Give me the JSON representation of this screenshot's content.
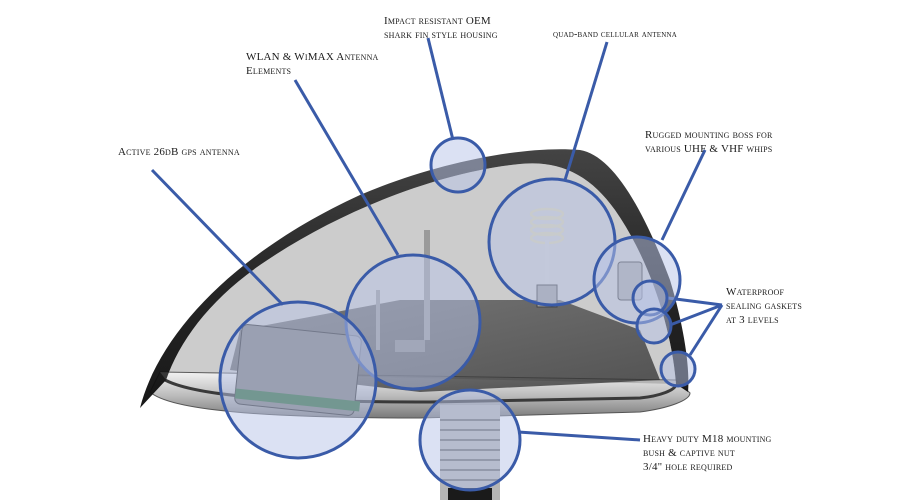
{
  "callouts": {
    "housing": {
      "lines": [
        "Impact resistant OEM",
        "shark fin style housing"
      ]
    },
    "cellular": {
      "lines": [
        "quad-band cellular antenna"
      ]
    },
    "wlan": {
      "lines": [
        "WLAN & WiMAX Antenna",
        "Elements"
      ]
    },
    "gps": {
      "lines": [
        "Active 26dB gps antenna"
      ]
    },
    "boss": {
      "lines": [
        "Rugged mounting boss for",
        "various UHF & VHF whips"
      ]
    },
    "gaskets": {
      "lines": [
        "Waterproof",
        "sealing gaskets",
        "at 3 levels"
      ]
    },
    "bush": {
      "lines": [
        "Heavy duty M18 mounting",
        "bush & captive nut",
        "3/4\" hole required"
      ]
    }
  },
  "colors": {
    "callout_stroke": "#3a5ba8",
    "callout_fill": "#b8c4e8",
    "housing_dark": "#151515",
    "base_silver": "#c9c9c9"
  }
}
